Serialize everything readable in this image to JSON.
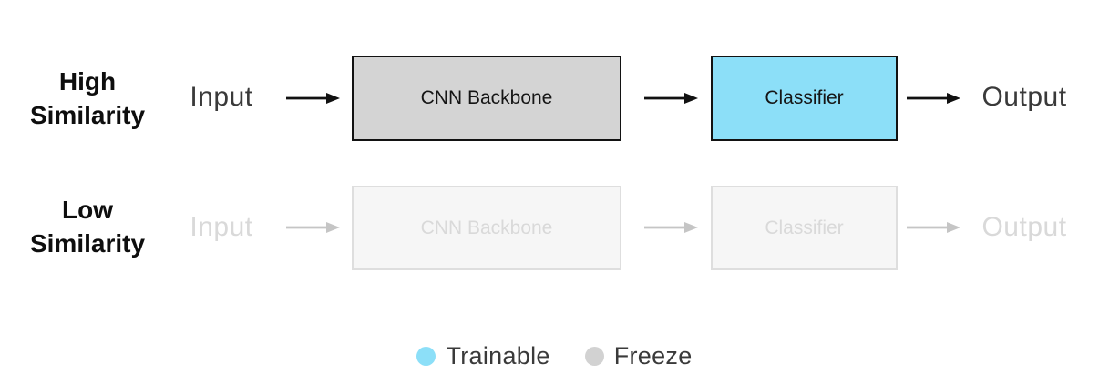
{
  "diagram": {
    "rows": [
      {
        "label_line1": "High",
        "label_line2": "Similarity",
        "input": "Input",
        "backbone": "CNN Backbone",
        "classifier": "Classifier",
        "output": "Output"
      },
      {
        "label_line1": "Low",
        "label_line2": "Similarity",
        "input": "Input",
        "backbone": "CNN Backbone",
        "classifier": "Classifier",
        "output": "Output"
      }
    ],
    "legend": [
      {
        "label": "Trainable",
        "color": "#8CDFF8"
      },
      {
        "label": "Freeze",
        "color": "#D2D2D2"
      }
    ]
  },
  "colors": {
    "background": "#FFFFFF",
    "trainable-fill": "#8CDFF8",
    "freeze-dot": "#D2D2D2",
    "backbone-fill": "#D4D4D4",
    "box-border": "#121212",
    "arrow-dark": "#111111",
    "text-dark": "#3A3A3A",
    "label-black": "#0E0E0E",
    "faded-fill": "#F6F6F6",
    "faded-border": "#DEDEDE",
    "faded-text": "#D9D9D9",
    "faded-arrow": "#C5C5C5"
  }
}
